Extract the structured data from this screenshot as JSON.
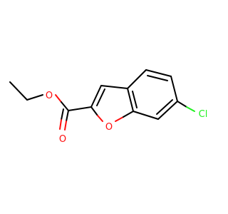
{
  "molecule": {
    "atoms": {
      "ester_o": {
        "label": "O",
        "color": "#ff0d0d"
      },
      "carbonyl_o": {
        "label": "O",
        "color": "#ff0d0d"
      },
      "ring_o": {
        "label": "O",
        "color": "#ff0d0d"
      },
      "chlorine": {
        "label": "Cl",
        "color": "#1ff01f"
      }
    },
    "bond_color": "#000000"
  }
}
